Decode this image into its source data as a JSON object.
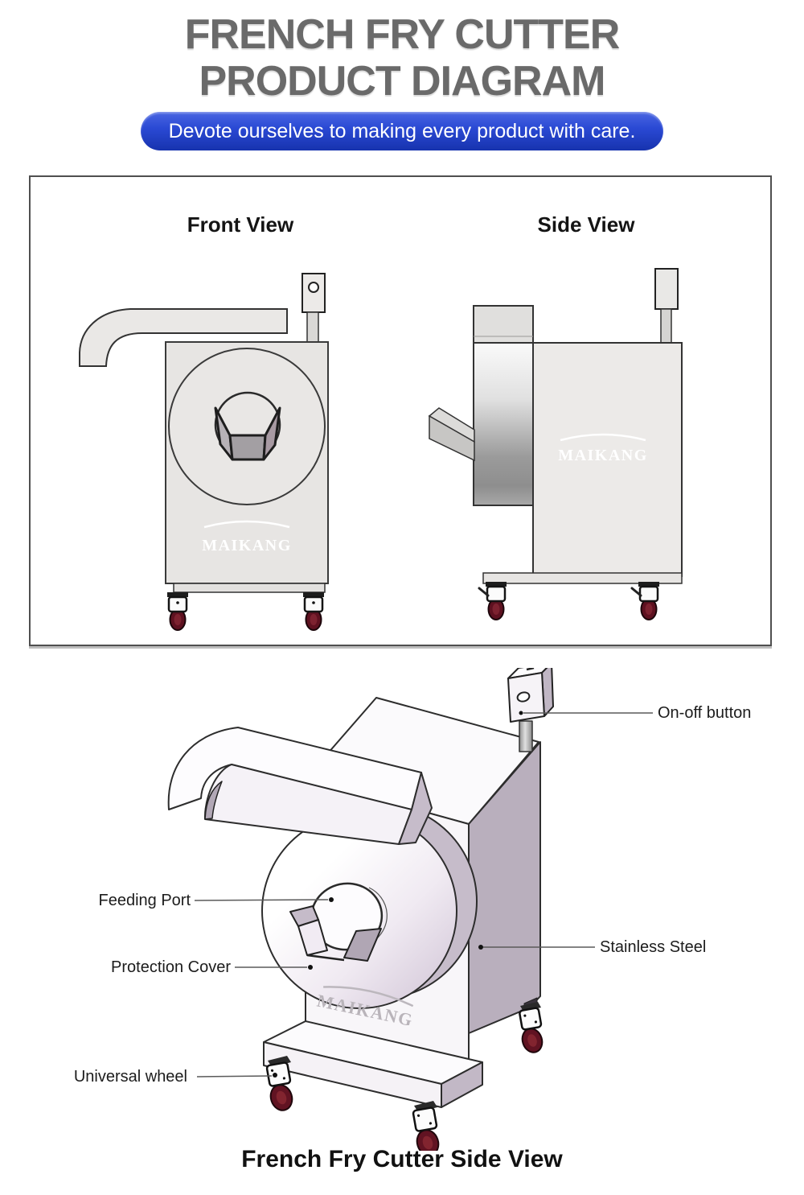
{
  "header": {
    "title_line1": "FRENCH FRY CUTTER",
    "title_line2": "PRODUCT DIAGRAM",
    "tagline": "Devote ourselves to making every product with care."
  },
  "views_panel": {
    "front_view_label": "Front View",
    "side_view_label": "Side View",
    "brand_logo": "MAIKANG"
  },
  "diagram": {
    "brand_logo": "MAIKANG",
    "caption": "French Fry Cutter Side View",
    "callouts": [
      {
        "label": "On-off button",
        "side": "right"
      },
      {
        "label": "Feeding Port",
        "side": "left"
      },
      {
        "label": "Protection Cover",
        "side": "left"
      },
      {
        "label": "Stainless Steel",
        "side": "right"
      },
      {
        "label": "Universal wheel",
        "side": "left"
      }
    ]
  },
  "colors": {
    "banner_blue": "#2a49d4",
    "title_gray": "#6a6a6a",
    "machine_gray": "#e7e5e3",
    "stainless_lavender": "#b9afbd",
    "wheel_maroon": "#5e1120",
    "outline": "#2d2d2d"
  }
}
